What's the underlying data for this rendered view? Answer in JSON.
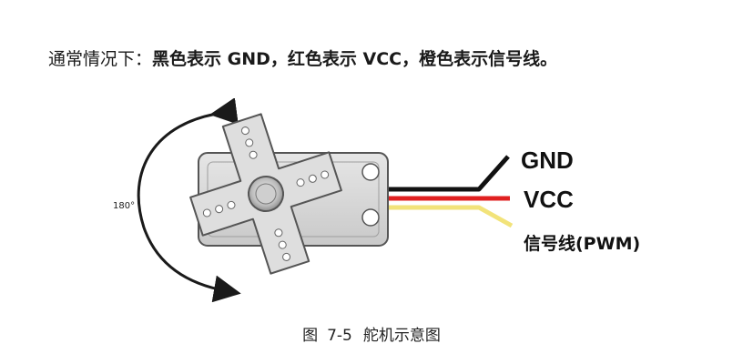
{
  "intro": {
    "lead": "通常情况下：",
    "statement": "黑色表示 GND，红色表示 VCC，橙色表示信号线。"
  },
  "figure": {
    "angle_label": "180°",
    "pins": [
      {
        "label": "GND",
        "wire_color": "#111111"
      },
      {
        "label": "VCC",
        "wire_color": "#e02020"
      },
      {
        "label": "信号线(PWM)",
        "wire_color": "#f2e37a"
      }
    ]
  },
  "caption": {
    "prefix": "图",
    "number": "7-5",
    "title": "舵机示意图"
  }
}
